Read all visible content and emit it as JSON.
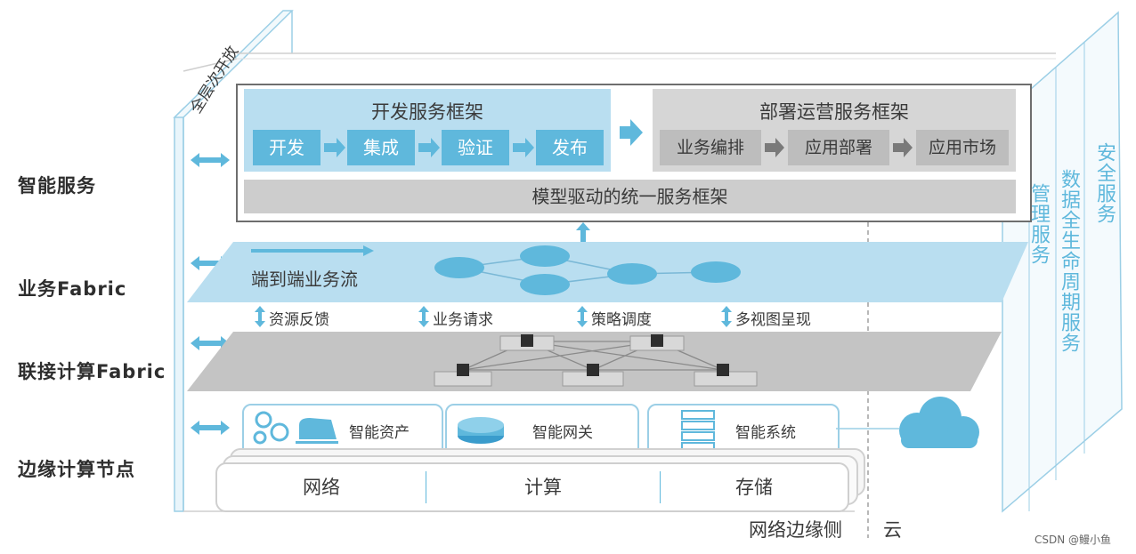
{
  "layers": [
    {
      "label": "智能服务"
    },
    {
      "label": "业务Fabric"
    },
    {
      "label": "联接计算Fabric"
    },
    {
      "label": "边缘计算节点"
    }
  ],
  "full_openness": "全层次开放",
  "dev_framework": {
    "title": "开发服务框架",
    "steps": [
      "开发",
      "集成",
      "验证",
      "发布"
    ]
  },
  "deploy_framework": {
    "title": "部署运营服务框架",
    "steps": [
      "业务编排",
      "应用部署",
      "应用市场"
    ]
  },
  "model_framework": "模型驱动的统一服务框架",
  "business_flow": "端到端业务流",
  "interactions": [
    "资源反馈",
    "业务请求",
    "策略调度",
    "多视图呈现"
  ],
  "edge_services": [
    "智能资产",
    "智能网关",
    "智能系统"
  ],
  "resources": [
    "网络",
    "计算",
    "存储"
  ],
  "side_services": [
    "管理服务",
    "数据全生命周期服务",
    "安全服务"
  ],
  "bottom_labels": {
    "edge": "网络边缘侧",
    "cloud": "云"
  },
  "watermark": "CSDN @鳗小鱼",
  "colors": {
    "accent": "#5fb8dc",
    "gray": "#c4c4c4",
    "light_blue": "#b9def0"
  }
}
